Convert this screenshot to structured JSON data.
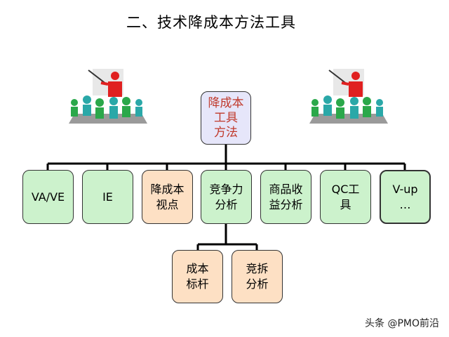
{
  "title": "二、技术降成本方法工具",
  "root": "降成本\n工具\n方法",
  "level1": [
    {
      "label": "VA/VE",
      "color": "green"
    },
    {
      "label": "IE",
      "color": "green"
    },
    {
      "label": "降成本\n视点",
      "color": "orange"
    },
    {
      "label": "竞争力\n分析",
      "color": "green"
    },
    {
      "label": "商品收\n益分析",
      "color": "green"
    },
    {
      "label": "QC工\n具",
      "color": "green"
    },
    {
      "label": "V-up\n…",
      "color": "green"
    }
  ],
  "level2": [
    {
      "label": "成本\n标杆",
      "color": "orange"
    },
    {
      "label": "竞拆\n分析",
      "color": "orange"
    }
  ],
  "watermark": "头条 @PMO前沿",
  "icons": [
    "presenter-icon-left",
    "presenter-icon-right"
  ]
}
